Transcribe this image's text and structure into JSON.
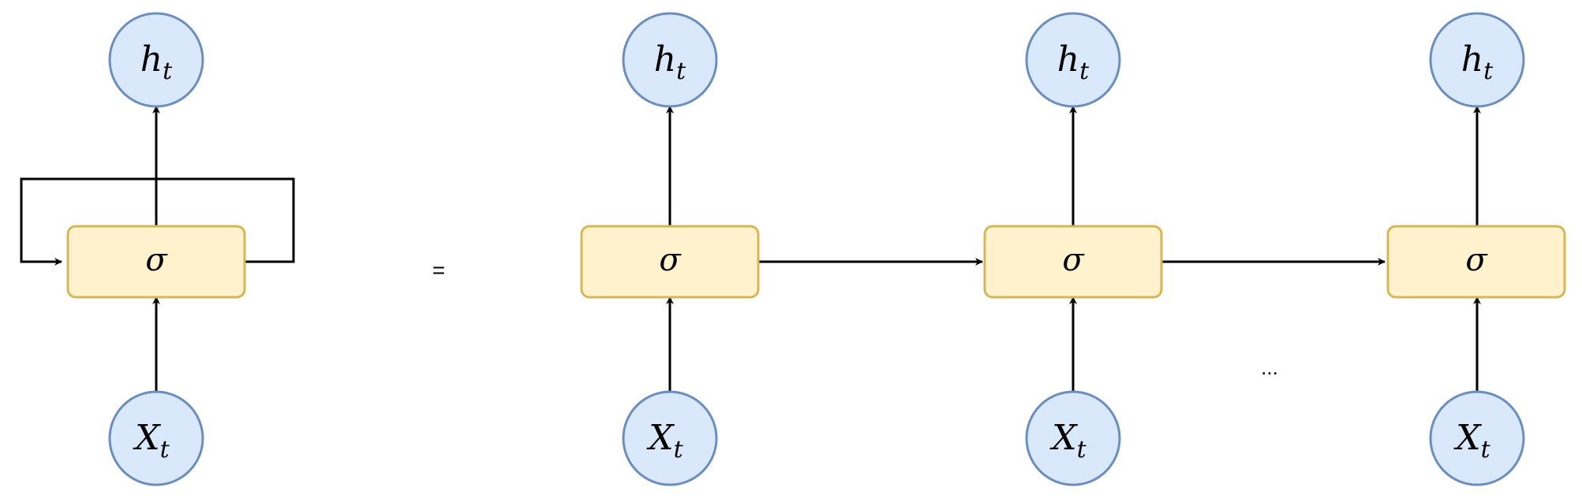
{
  "folded": {
    "output": {
      "main": "h",
      "sub": "t"
    },
    "cell": {
      "label": "σ"
    },
    "input": {
      "main": "X",
      "sub": "t"
    }
  },
  "equals_sign": "=",
  "unrolled": [
    {
      "output": {
        "main": "h",
        "sub": "t"
      },
      "cell": {
        "label": "σ"
      },
      "input": {
        "main": "X",
        "sub": "t"
      }
    },
    {
      "output": {
        "main": "h",
        "sub": "t"
      },
      "cell": {
        "label": "σ"
      },
      "input": {
        "main": "X",
        "sub": "t"
      }
    },
    {
      "output": {
        "main": "h",
        "sub": "t"
      },
      "cell": {
        "label": "σ"
      },
      "input": {
        "main": "X",
        "sub": "t"
      }
    }
  ],
  "ellipsis": "...",
  "colors": {
    "circle_fill": "#dae8fc",
    "circle_stroke": "#6c8ebf",
    "cell_fill": "#fff2cc",
    "cell_stroke": "#d6b656",
    "edge": "#000000"
  }
}
